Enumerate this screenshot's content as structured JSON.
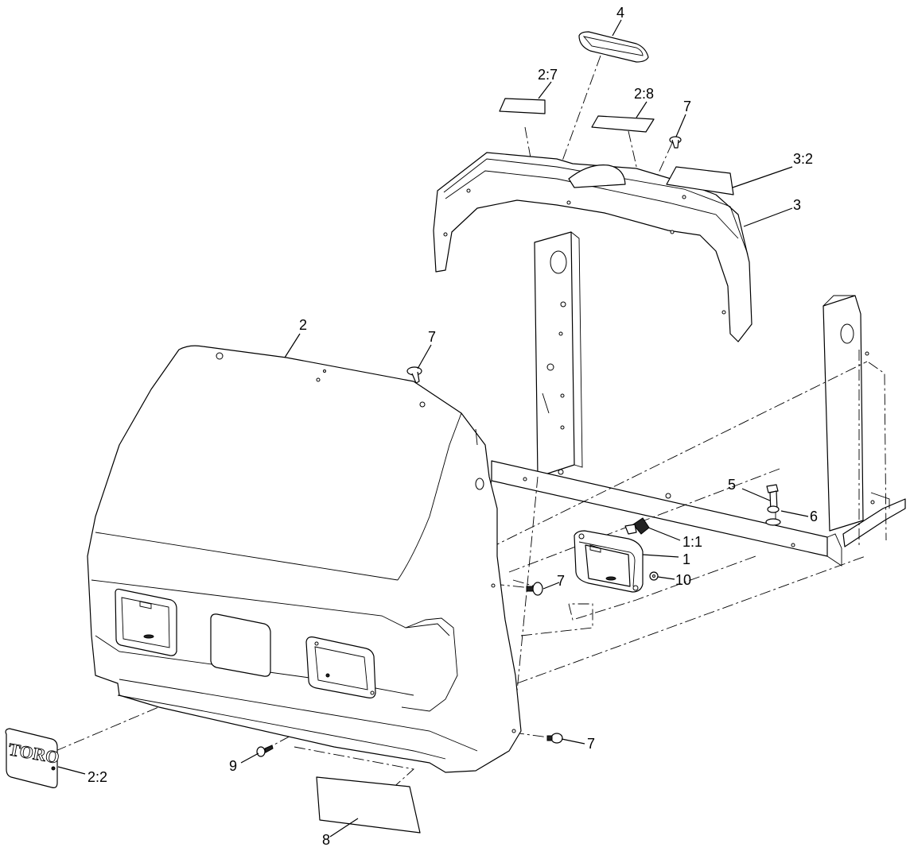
{
  "callouts": {
    "c4": "4",
    "c2_7": "2:7",
    "c2_8": "2:8",
    "c7_top": "7",
    "c3_2": "3:2",
    "c3": "3",
    "c2": "2",
    "c7_hood": "7",
    "c5": "5",
    "c6": "6",
    "c1_1": "1:1",
    "c1": "1",
    "c7_side": "7",
    "c10": "10",
    "c7_bottom": "7",
    "c2_2": "2:2",
    "c9": "9",
    "c8": "8"
  },
  "logo_text": "TORO",
  "badge_text": "TORO"
}
